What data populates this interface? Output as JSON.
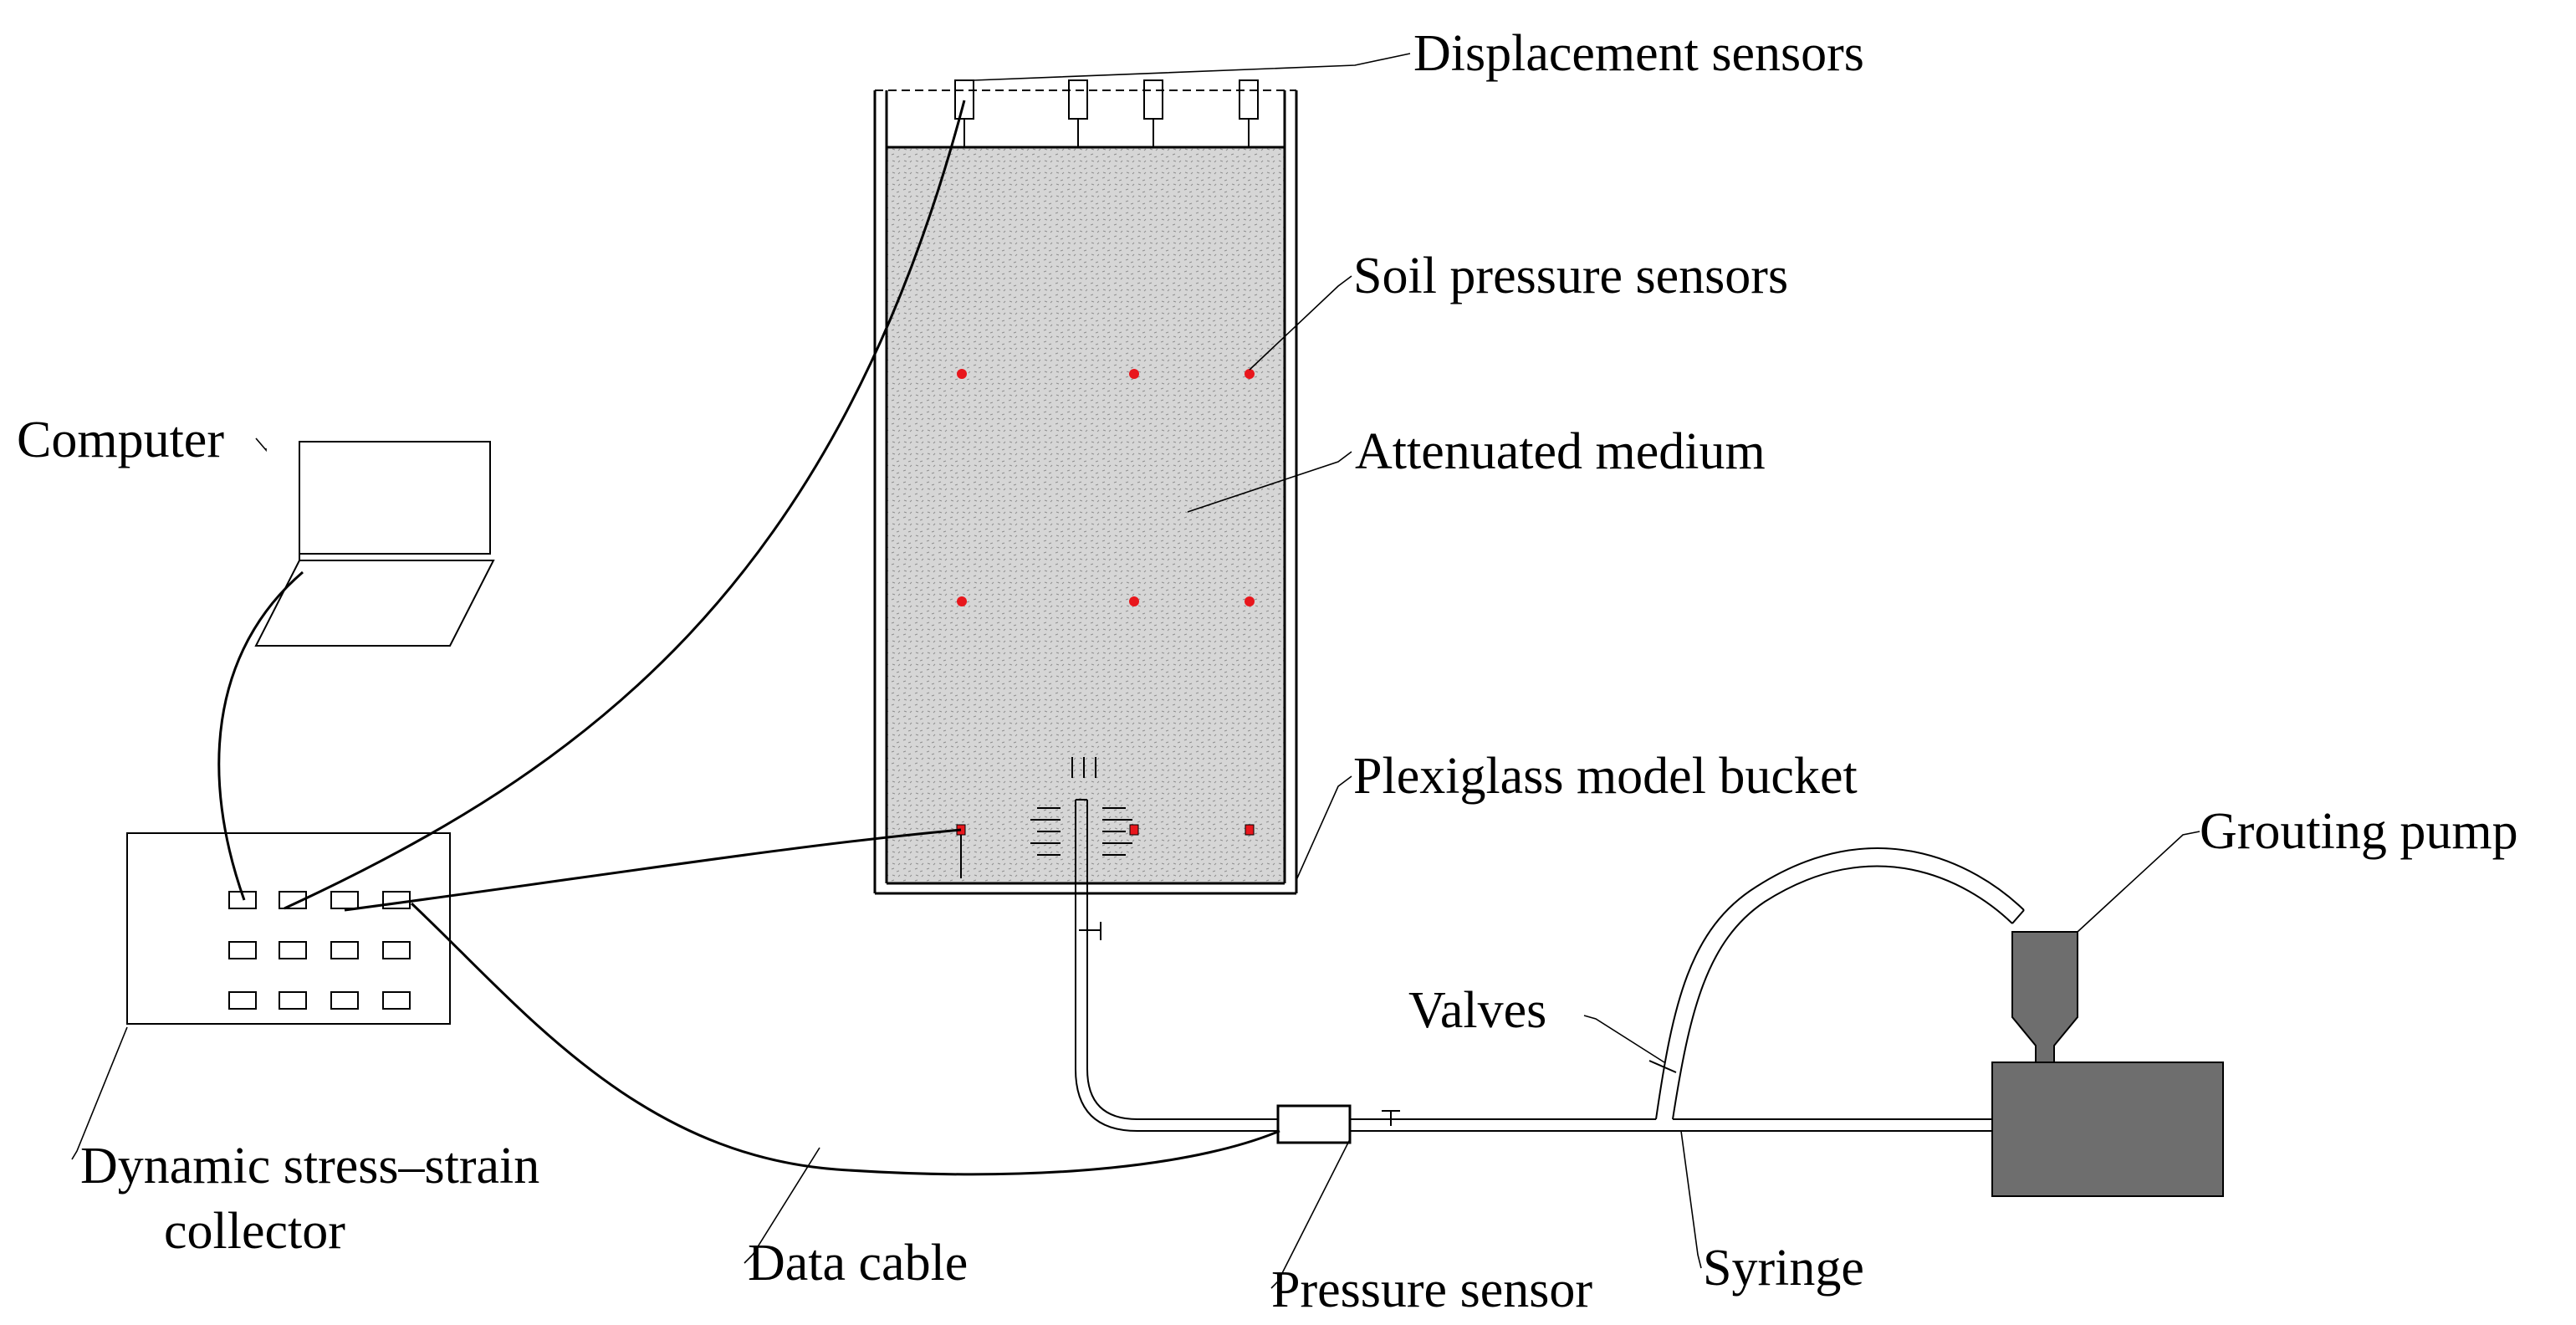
{
  "labels": {
    "displacement_sensors": "Displacement sensors",
    "soil_pressure_sensors": "Soil pressure sensors",
    "attenuated_medium": "Attenuated medium",
    "plexiglass_model_bucket": "Plexiglass model bucket",
    "computer": "Computer",
    "grouting_pump": "Grouting pump",
    "valves": "Valves",
    "collector_line1": "Dynamic stress–strain",
    "collector_line2": "collector",
    "data_cable": "Data cable",
    "pressure_sensor": "Pressure sensor",
    "syringe": "Syringe"
  },
  "colors": {
    "soil_fill": "#d4d4d4",
    "sensor_dot": "#e8161c",
    "pump_fill": "#6e6e6e",
    "line": "#000000"
  }
}
